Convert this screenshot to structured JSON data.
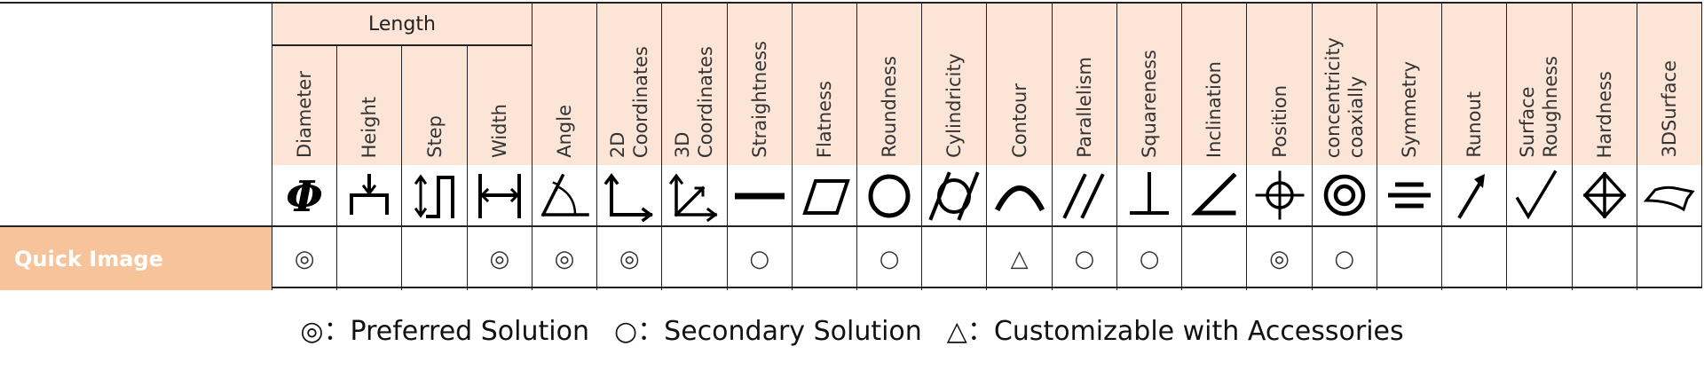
{
  "table": {
    "group_header": "Length",
    "row_label": "Quick Image",
    "columns": [
      {
        "label": "Diameter",
        "icon": "diameter-icon",
        "mark": "◎"
      },
      {
        "label": "Height",
        "icon": "height-icon",
        "mark": ""
      },
      {
        "label": "Step",
        "icon": "step-icon",
        "mark": ""
      },
      {
        "label": "Width",
        "icon": "width-icon",
        "mark": "◎"
      },
      {
        "label": "Angle",
        "icon": "angle-icon",
        "mark": "◎"
      },
      {
        "label": "2D\nCoordinates",
        "icon": "2d-coordinates-icon",
        "mark": "◎"
      },
      {
        "label": "3D\nCoordinates",
        "icon": "3d-coordinates-icon",
        "mark": ""
      },
      {
        "label": "Straightness",
        "icon": "straightness-icon",
        "mark": "○"
      },
      {
        "label": "Flatness",
        "icon": "flatness-icon",
        "mark": ""
      },
      {
        "label": "Roundness",
        "icon": "roundness-icon",
        "mark": "○"
      },
      {
        "label": "Cylindricity",
        "icon": "cylindricity-icon",
        "mark": ""
      },
      {
        "label": "Contour",
        "icon": "contour-icon",
        "mark": "△"
      },
      {
        "label": "Parallelism",
        "icon": "parallelism-icon",
        "mark": "○"
      },
      {
        "label": "Squareness",
        "icon": "squareness-icon",
        "mark": "○"
      },
      {
        "label": "Inclination",
        "icon": "inclination-icon",
        "mark": ""
      },
      {
        "label": "Position",
        "icon": "position-icon",
        "mark": "◎"
      },
      {
        "label": "concentricity\ncoaxially",
        "icon": "concentricity-icon",
        "mark": "○"
      },
      {
        "label": "Symmetry",
        "icon": "symmetry-icon",
        "mark": ""
      },
      {
        "label": "Runout",
        "icon": "runout-icon",
        "mark": ""
      },
      {
        "label": "Surface\nRoughness",
        "icon": "surface-roughness-icon",
        "mark": ""
      },
      {
        "label": "Hardness",
        "icon": "hardness-icon",
        "mark": ""
      },
      {
        "label": "3DSurface",
        "icon": "3dsurface-icon",
        "mark": ""
      }
    ]
  },
  "legend": [
    {
      "symbol": "◎",
      "text": "：Preferred Solution"
    },
    {
      "symbol": "○",
      "text": "：Secondary Solution"
    },
    {
      "symbol": "△",
      "text": "：Customizable with Accessories"
    }
  ]
}
